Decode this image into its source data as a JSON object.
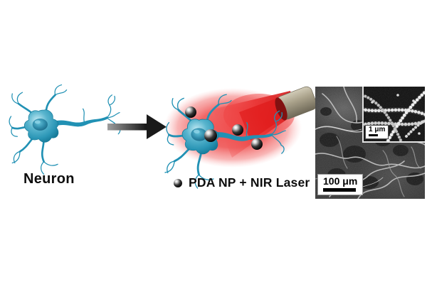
{
  "figure": {
    "left_panel": {
      "neuron_label": "Neuron"
    },
    "process_arrow": {
      "direction": "right"
    },
    "treated_panel": {
      "legend": {
        "marker_icon": "pda-np-dot",
        "label": "PDA NP + NIR Laser"
      }
    },
    "sem_panel": {
      "main_scalebar_label": "100 μm",
      "inset_scalebar_label": "1 μm"
    },
    "colors": {
      "neuron_teal": "#2191b4",
      "glow_red": "#ee4444",
      "beam_red": "#d91414",
      "laser_body_tan": "#a79e87",
      "laser_aperture_red": "#821111",
      "np_black": "#000000",
      "arrow_gradient_start": "#9e9e9e",
      "arrow_gradient_end": "#141414",
      "sem_background": "#373737"
    }
  }
}
